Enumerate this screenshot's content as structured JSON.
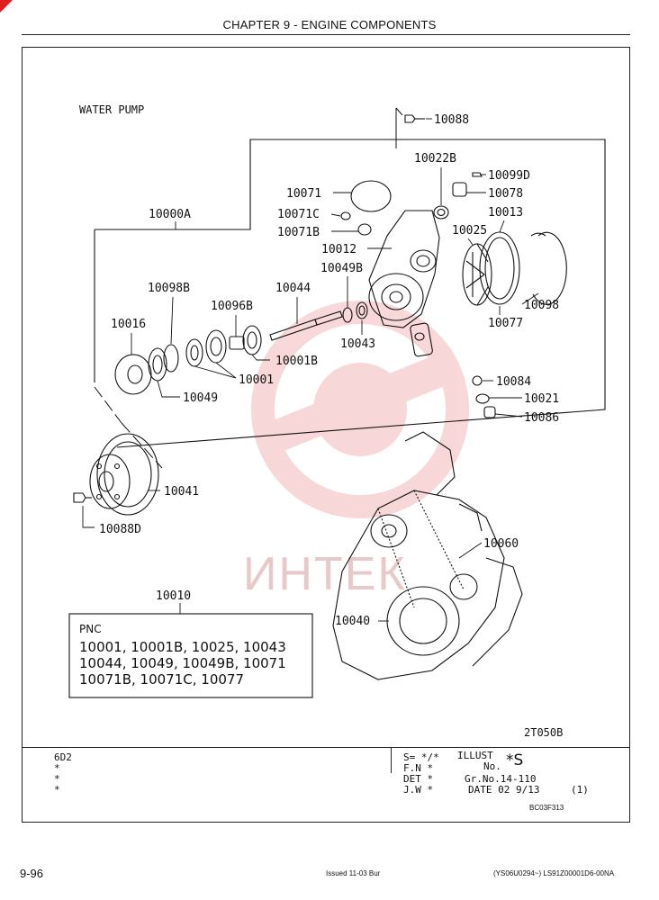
{
  "page": {
    "chapter": "CHAPTER 9 - ENGINE COMPONENTS",
    "page_number": "9-96",
    "issued": "Issued 11-03   Bur",
    "reference": "(YS06U0294~)   LS91Z00001D6-00NA"
  },
  "figure": {
    "title": "WATER PUMP",
    "watermark": "ИНТЕК",
    "illust_code": "2T050B",
    "labels": [
      "10088",
      "10022B",
      "10099D",
      "10078",
      "10071",
      "10071C",
      "10071B",
      "10000A",
      "10013",
      "10025",
      "10012",
      "10049B",
      "10098B",
      "10044",
      "10096B",
      "10016",
      "10043",
      "10098",
      "10077",
      "10001B",
      "10001",
      "10049",
      "10084",
      "10021",
      "10086",
      "10041",
      "10088D",
      "10060",
      "10040",
      "10010"
    ]
  },
  "pnc": {
    "heading": "PNC",
    "lines": [
      "10001, 10001B, 10025, 10043",
      "10044, 10049, 10049B, 10071",
      "10071B, 10071C, 10077"
    ]
  },
  "title_block": {
    "engine": "6D2",
    "left_marks": [
      "*",
      "*",
      "*"
    ],
    "s_line": "S= */*",
    "fn_line": "F.N *",
    "det_line": "DET *",
    "jw_line": "J.W *",
    "illust": "ILLUST",
    "no": "No.",
    "illust_no": "*S",
    "gr_no": "Gr.No.14-110",
    "date": "DATE 02 9/13",
    "sheet": "(1)",
    "code": "BC03F313"
  },
  "colors": {
    "ink": "#111111",
    "watermark": "#f2b8b8",
    "corner": "#e02020"
  }
}
